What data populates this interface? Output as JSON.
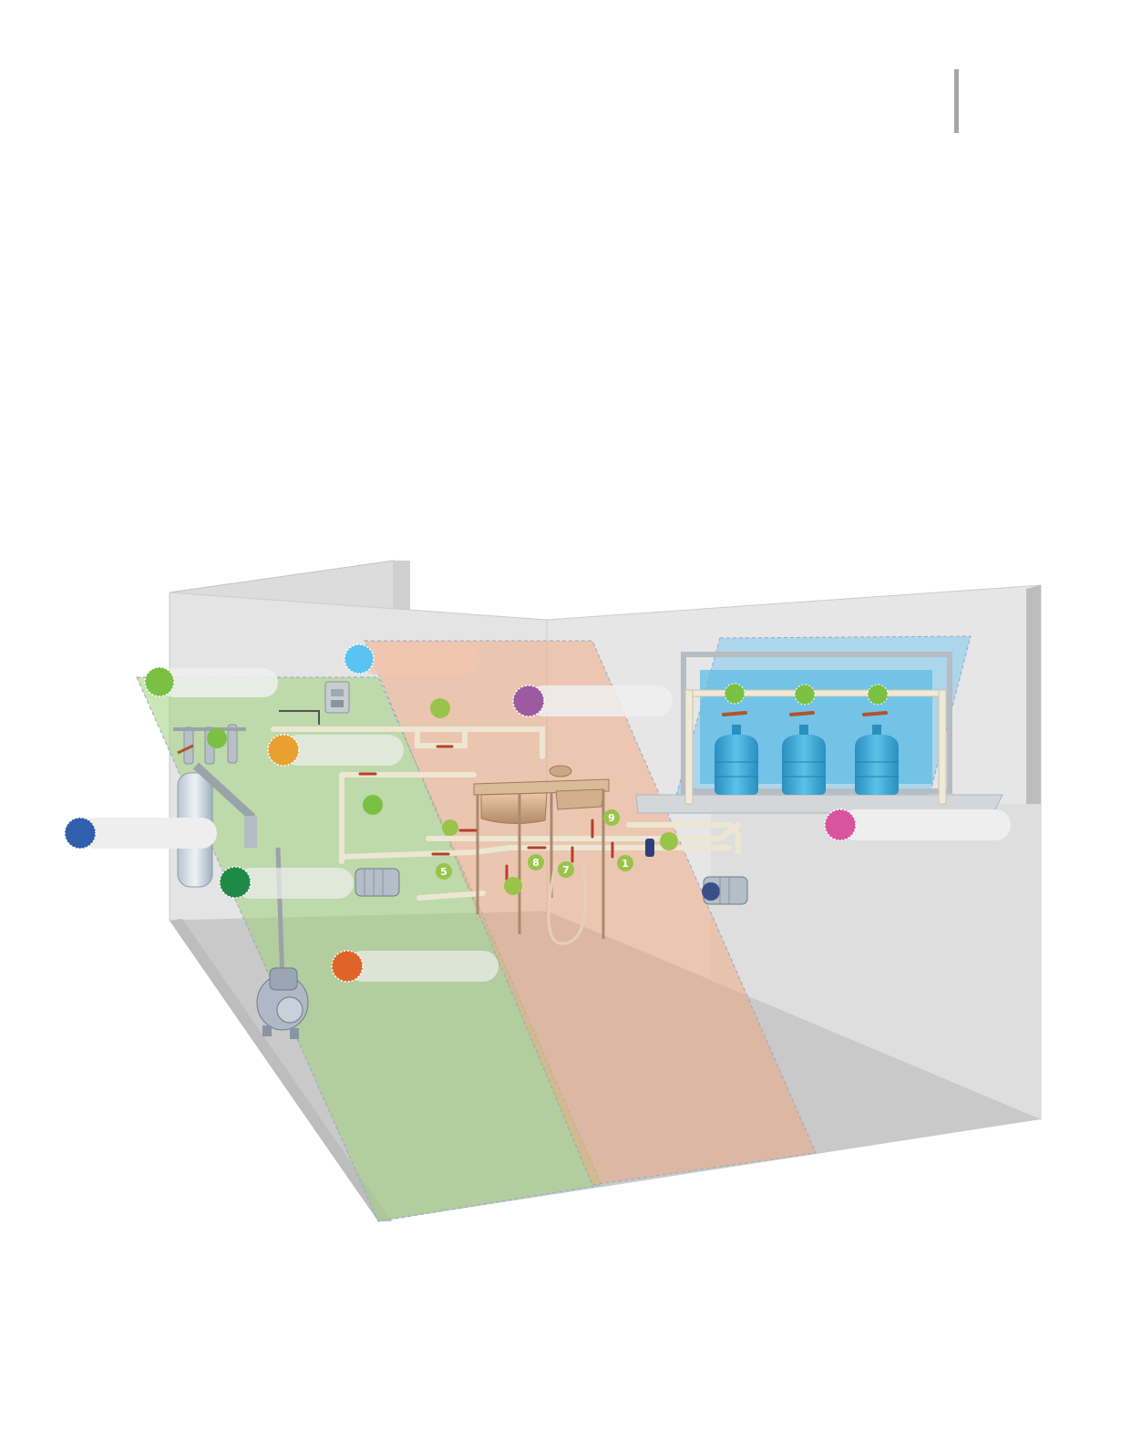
{
  "colors": {
    "zone_green": "#9fcf7a",
    "zone_orange": "#f0a87e",
    "zone_blue": "#7cc8ee",
    "wall": "#d9d9d9",
    "floor": "#c8c8c8",
    "accent_bar": "#a6a6a6",
    "marker_green": "#7ac143",
    "marker_light_green": "#9ac34a",
    "marker_lightblue": "#5bc3f0",
    "marker_purple": "#9c5aa0",
    "marker_orange": "#e8a030",
    "marker_blue": "#2f5fad",
    "marker_darkgreen": "#1f8a46",
    "marker_red_orange": "#e06428",
    "marker_pink": "#d9549e",
    "bottle": "#3ea6d6"
  },
  "diagram": {
    "callouts": [
      {
        "id": "green-zone-marker",
        "color": "#7ac143"
      },
      {
        "id": "blue-zone-marker",
        "color": "#5bc3f0"
      },
      {
        "id": "purple-marker",
        "color": "#9c5aa0"
      },
      {
        "id": "orange-marker",
        "color": "#e8a030"
      },
      {
        "id": "tank-marker",
        "color": "#2f5fad"
      },
      {
        "id": "dark-green-marker",
        "color": "#1f8a46"
      },
      {
        "id": "pump-marker",
        "color": "#e06428"
      },
      {
        "id": "pink-marker",
        "color": "#d9549e"
      }
    ],
    "valve_numbers": [
      "5",
      "8",
      "7",
      "1",
      "9"
    ]
  }
}
